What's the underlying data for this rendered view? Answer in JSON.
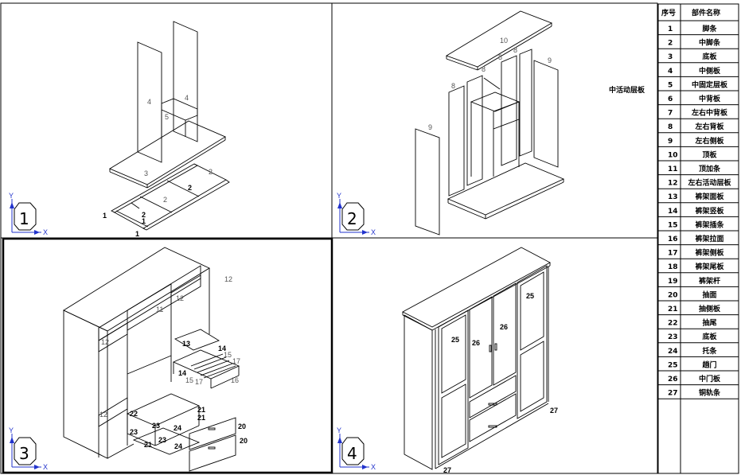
{
  "views": [
    {
      "number": "1",
      "axis_y": "Y",
      "axis_x": "X",
      "callouts": [
        "4",
        "4",
        "5",
        "3",
        "2",
        "2",
        "2",
        "2",
        "1",
        "1",
        "1"
      ]
    },
    {
      "number": "2",
      "axis_y": "Y",
      "axis_x": "X",
      "callouts": [
        "10",
        "9",
        "9",
        "8",
        "8",
        "8",
        "8"
      ],
      "annotation": "中活动层板"
    },
    {
      "number": "3",
      "axis_y": "Y",
      "axis_x": "X",
      "callouts": [
        "12",
        "12",
        "11",
        "12",
        "12",
        "13",
        "14",
        "14",
        "15",
        "17",
        "16",
        "17",
        "15",
        "21",
        "21",
        "22",
        "23",
        "23",
        "23",
        "24",
        "21",
        "24",
        "20",
        "20"
      ]
    },
    {
      "number": "4",
      "axis_y": "Y",
      "axis_x": "X",
      "callouts": [
        "25",
        "25",
        "26",
        "26",
        "27",
        "27"
      ]
    }
  ],
  "parts_table": {
    "header_no": "序号",
    "header_name": "部件名称",
    "rows": [
      {
        "no": "1",
        "name": "脚条"
      },
      {
        "no": "2",
        "name": "中脚条"
      },
      {
        "no": "3",
        "name": "底板"
      },
      {
        "no": "4",
        "name": "中侧板"
      },
      {
        "no": "5",
        "name": "中固定层板"
      },
      {
        "no": "6",
        "name": "中背板"
      },
      {
        "no": "7",
        "name": "左右中背板"
      },
      {
        "no": "8",
        "name": "左右背板"
      },
      {
        "no": "9",
        "name": "左右侧板"
      },
      {
        "no": "10",
        "name": "顶板"
      },
      {
        "no": "11",
        "name": "顶加条"
      },
      {
        "no": "12",
        "name": "左右活动层板"
      },
      {
        "no": "13",
        "name": "裤架面板"
      },
      {
        "no": "14",
        "name": "裤架竖板"
      },
      {
        "no": "15",
        "name": "裤架插条"
      },
      {
        "no": "16",
        "name": "裤架拉面"
      },
      {
        "no": "17",
        "name": "裤架侧板"
      },
      {
        "no": "18",
        "name": "裤架尾板"
      },
      {
        "no": "19",
        "name": "裤架杆"
      },
      {
        "no": "20",
        "name": "抽面"
      },
      {
        "no": "21",
        "name": "抽侧板"
      },
      {
        "no": "22",
        "name": "抽尾"
      },
      {
        "no": "23",
        "name": "底板"
      },
      {
        "no": "24",
        "name": "托条"
      },
      {
        "no": "25",
        "name": "趟门"
      },
      {
        "no": "26",
        "name": "中门板"
      },
      {
        "no": "27",
        "name": "铜轨条"
      }
    ]
  }
}
